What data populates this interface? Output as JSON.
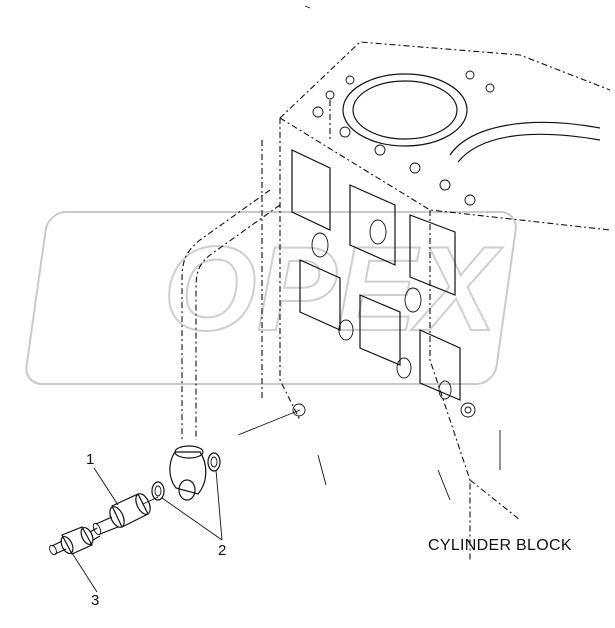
{
  "diagram": {
    "caption": "CYLINDER BLOCK",
    "watermark_text": "OPEX",
    "callouts": [
      {
        "number": "1"
      },
      {
        "number": "2"
      },
      {
        "number": "3"
      }
    ]
  }
}
